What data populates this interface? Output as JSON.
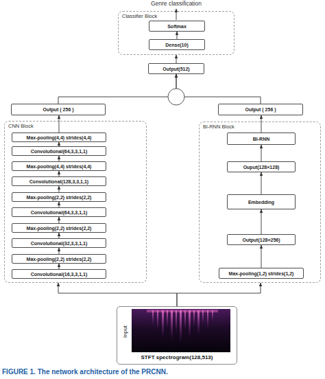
{
  "diagram": {
    "caption": "FIGURE 1. The network architecture of the PRCNN.",
    "nodes": [
      {
        "text": [
          "Classifier Block"
        ]
      },
      {
        "text": [
          "Softmax"
        ],
        "in": 0
      },
      {
        "text": [
          "Dense(10)"
        ],
        "in": 0
      },
      {
        "text": [
          "Output(512)"
        ]
      },
      {
        "text": [
          "Output ( 256 )"
        ]
      },
      {
        "text": [
          "Output ( 256 )"
        ]
      },
      {
        "text": [
          "CNN Block"
        ]
      },
      {
        "text": [
          "Max-pooling(4,4) strides(4,4)"
        ],
        "in": 6
      },
      {
        "text": [
          "Convolutional(64,3,3,1,1)"
        ],
        "in": 6
      },
      {
        "text": [
          "Max-pooling(4,4) strides(4,4)"
        ],
        "in": 6
      },
      {
        "text": [
          "Convolutional(128,3,3,1,1)"
        ],
        "in": 6
      },
      {
        "text": [
          "Max-pooling(2,2) strides(2,2)"
        ],
        "in": 6
      },
      {
        "text": [
          "Convolutional(64,3,3,1,1)"
        ],
        "in": 6
      },
      {
        "text": [
          "Max-pooling(2,2) strides(2,2)"
        ],
        "in": 6
      },
      {
        "text": [
          "Convolutional(32,3,3,1,1)"
        ],
        "in": 6
      },
      {
        "text": [
          "Max-pooling(2,2) strides(2,2)"
        ],
        "in": 6
      },
      {
        "text": [
          "Convolutional(16,3,3,1,1)"
        ],
        "in": 6
      },
      {
        "text": [
          "Bi-RNN Block"
        ]
      },
      {
        "text": [
          "BI-RNN"
        ],
        "in": 17
      },
      {
        "text": [
          "Ouput(128×128)"
        ],
        "in": 17
      },
      {
        "text": [
          "Embedding"
        ],
        "in": 17
      },
      {
        "text": [
          "Output(128×256)"
        ],
        "in": 17
      },
      {
        "text": [
          "Max-pooling(1,2) strides(1,2)"
        ],
        "in": 17
      },
      {
        "text": [
          "Input",
          "STFT spectrogram(128,513)"
        ]
      }
    ],
    "edges": [
      {
        "from": 2,
        "to": 1,
        "arrow": "to"
      },
      {
        "from": 3,
        "to": 0,
        "arrow": "to"
      },
      {
        "from": 4,
        "to": 3,
        "arrow": "to"
      },
      {
        "from": 5,
        "to": 3,
        "arrow": "to"
      },
      {
        "from": 7,
        "to": 4,
        "arrow": "to"
      },
      {
        "from": 8,
        "to": 7,
        "arrow": "to"
      },
      {
        "from": 9,
        "to": 8,
        "arrow": "to"
      },
      {
        "from": 10,
        "to": 9,
        "arrow": "to"
      },
      {
        "from": 11,
        "to": 10,
        "arrow": "to"
      },
      {
        "from": 12,
        "to": 11,
        "arrow": "to"
      },
      {
        "from": 13,
        "to": 12,
        "arrow": "to"
      },
      {
        "from": 14,
        "to": 13,
        "arrow": "to"
      },
      {
        "from": 15,
        "to": 14,
        "arrow": "to"
      },
      {
        "from": 16,
        "to": 15,
        "arrow": "to"
      },
      {
        "from": 18,
        "to": 5,
        "arrow": "to"
      },
      {
        "from": 19,
        "to": 18,
        "arrow": "to"
      },
      {
        "from": 20,
        "to": 19,
        "arrow": "to"
      },
      {
        "from": 21,
        "to": 20,
        "arrow": "to"
      },
      {
        "from": 22,
        "to": 21,
        "arrow": "to"
      },
      {
        "from": 23,
        "to": 6,
        "arrow": "to"
      },
      {
        "from": 23,
        "to": 17,
        "arrow": "to"
      }
    ],
    "labels": [
      "Genre classification"
    ]
  }
}
